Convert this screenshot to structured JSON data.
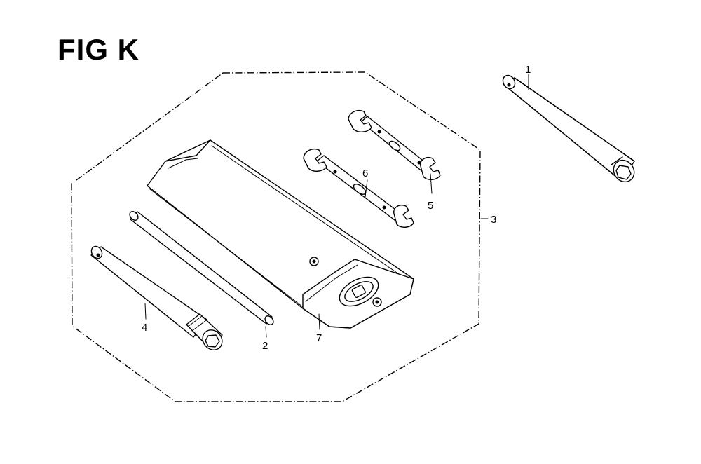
{
  "figure": {
    "title": "FIG K"
  },
  "callouts": [
    "1",
    "2",
    "3",
    "4",
    "5",
    "6",
    "7"
  ]
}
